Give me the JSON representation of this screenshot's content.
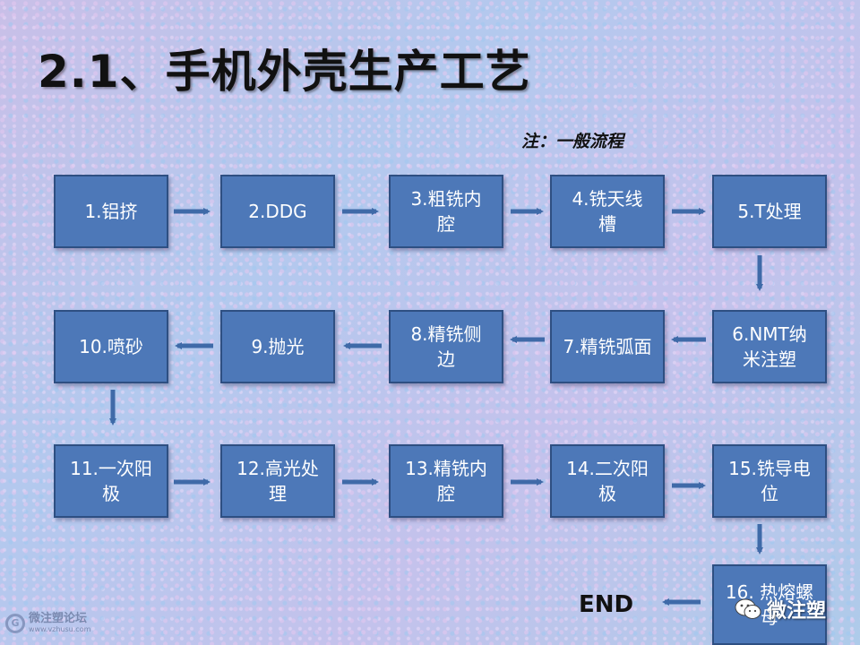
{
  "slide": {
    "title": "2.1、手机外壳生产工艺",
    "note": "注：一般流程",
    "end_label": "END"
  },
  "steps": [
    {
      "id": "1",
      "label": "1.铝挤"
    },
    {
      "id": "2",
      "label": "2.DDG"
    },
    {
      "id": "3",
      "label": "3.粗铣内腔"
    },
    {
      "id": "4",
      "label": "4.铣天线槽"
    },
    {
      "id": "5",
      "label": "5.T处理"
    },
    {
      "id": "6",
      "label": "6.NMT纳米注塑"
    },
    {
      "id": "7",
      "label": "7.精铣弧面"
    },
    {
      "id": "8",
      "label": "8.精铣侧边"
    },
    {
      "id": "9",
      "label": "9.抛光"
    },
    {
      "id": "10",
      "label": "10.喷砂"
    },
    {
      "id": "11",
      "label": "11.一次阳极"
    },
    {
      "id": "12",
      "label": "12.高光处理"
    },
    {
      "id": "13",
      "label": "13.精铣内腔"
    },
    {
      "id": "14",
      "label": "14.二次阳极"
    },
    {
      "id": "15",
      "label": "15.铣导电位"
    },
    {
      "id": "16",
      "label": "16. 热熔螺母"
    }
  ],
  "watermarks": {
    "left_brand": "微注塑论坛",
    "left_url": "www.vzhusu.com",
    "right_brand": "微注塑",
    "icon": "wechat-icon"
  },
  "colors": {
    "box_fill": "#4d78b8",
    "box_border": "#2e4f82",
    "arrow": "#3f6aa8"
  }
}
